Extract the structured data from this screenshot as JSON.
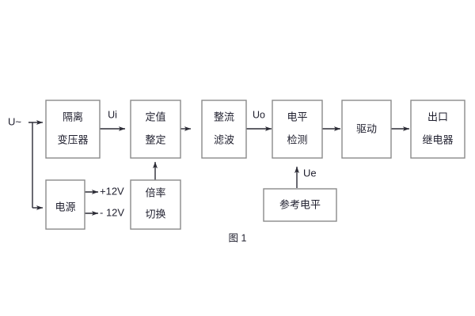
{
  "figure": {
    "caption": "图 1",
    "background_color": "#ffffff",
    "box_border_color": "#8a8a8a",
    "wire_color": "#2b2b35",
    "text_color": "#1f1f2e"
  },
  "input": {
    "label": "U~"
  },
  "blocks": {
    "isolation_transformer": {
      "line1": "隔离",
      "line2": "变压器"
    },
    "setting_value": {
      "line1": "定值",
      "line2": "整定"
    },
    "rectify_filter": {
      "line1": "整流",
      "line2": "滤波"
    },
    "level_detect": {
      "line1": "电平",
      "line2": "检测"
    },
    "drive": {
      "line1": "驱动"
    },
    "output_relay": {
      "line1": "出口",
      "line2": "继电器"
    },
    "power_supply": {
      "line1": "电源"
    },
    "multiplier_switch": {
      "line1": "倍率",
      "line2": "切换"
    },
    "reference_level": {
      "line1": "参考电平"
    }
  },
  "signals": {
    "ui": "Ui",
    "uo": "Uo",
    "ue": "Ue"
  },
  "power_rails": {
    "positive": "+12V",
    "negative": "- 12V"
  }
}
